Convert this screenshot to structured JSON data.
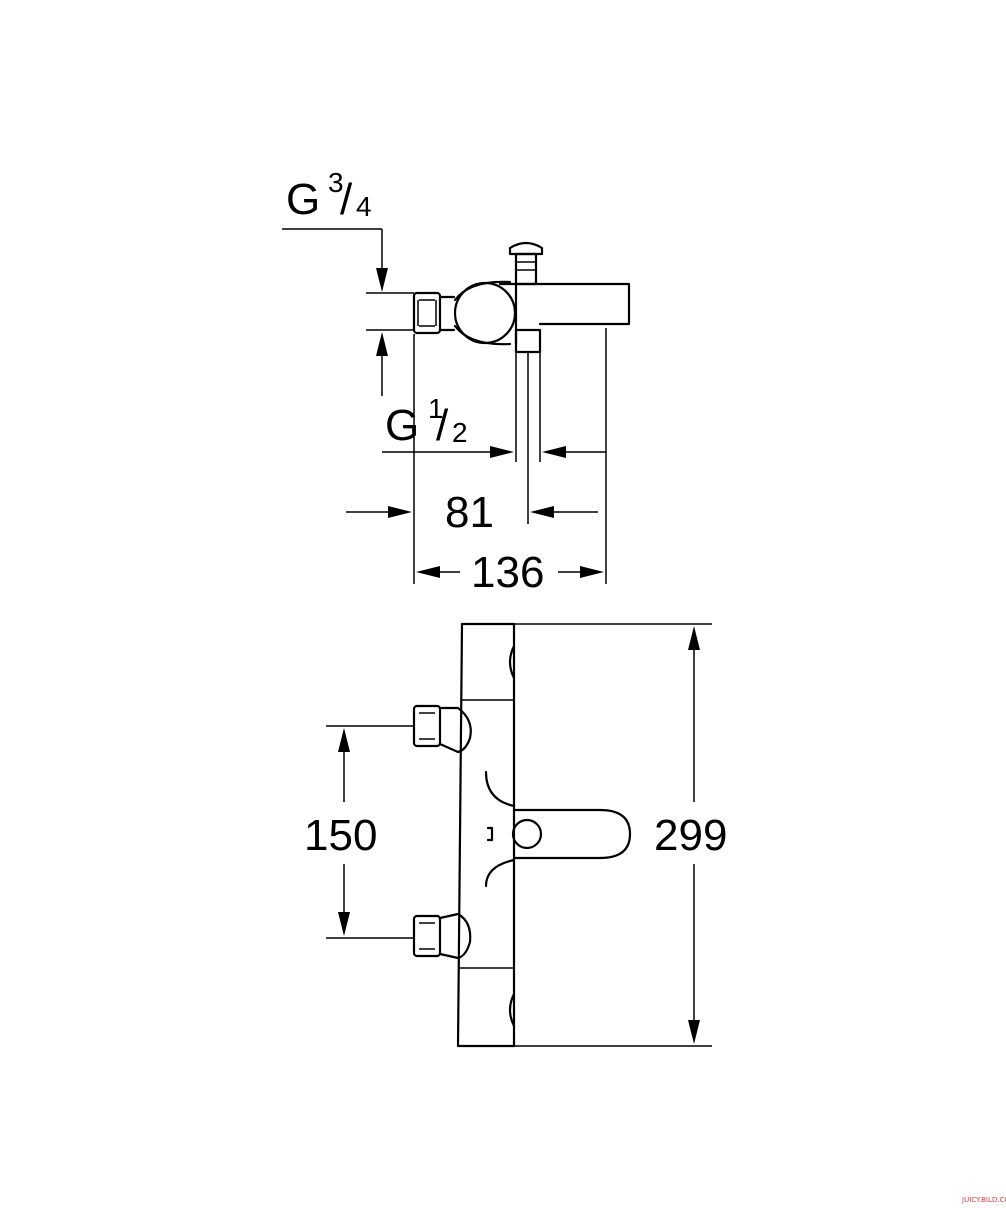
{
  "dimensions": {
    "thread_top_main": "G",
    "thread_top_num": "3",
    "thread_top_den": "4",
    "thread_bottom_main": "G",
    "thread_bottom_num": "1",
    "thread_bottom_den": "2",
    "depth_spout": "81",
    "depth_total": "136",
    "inlet_spacing": "150",
    "total_length": "299"
  },
  "watermark": "JUICY.BILD.COM"
}
